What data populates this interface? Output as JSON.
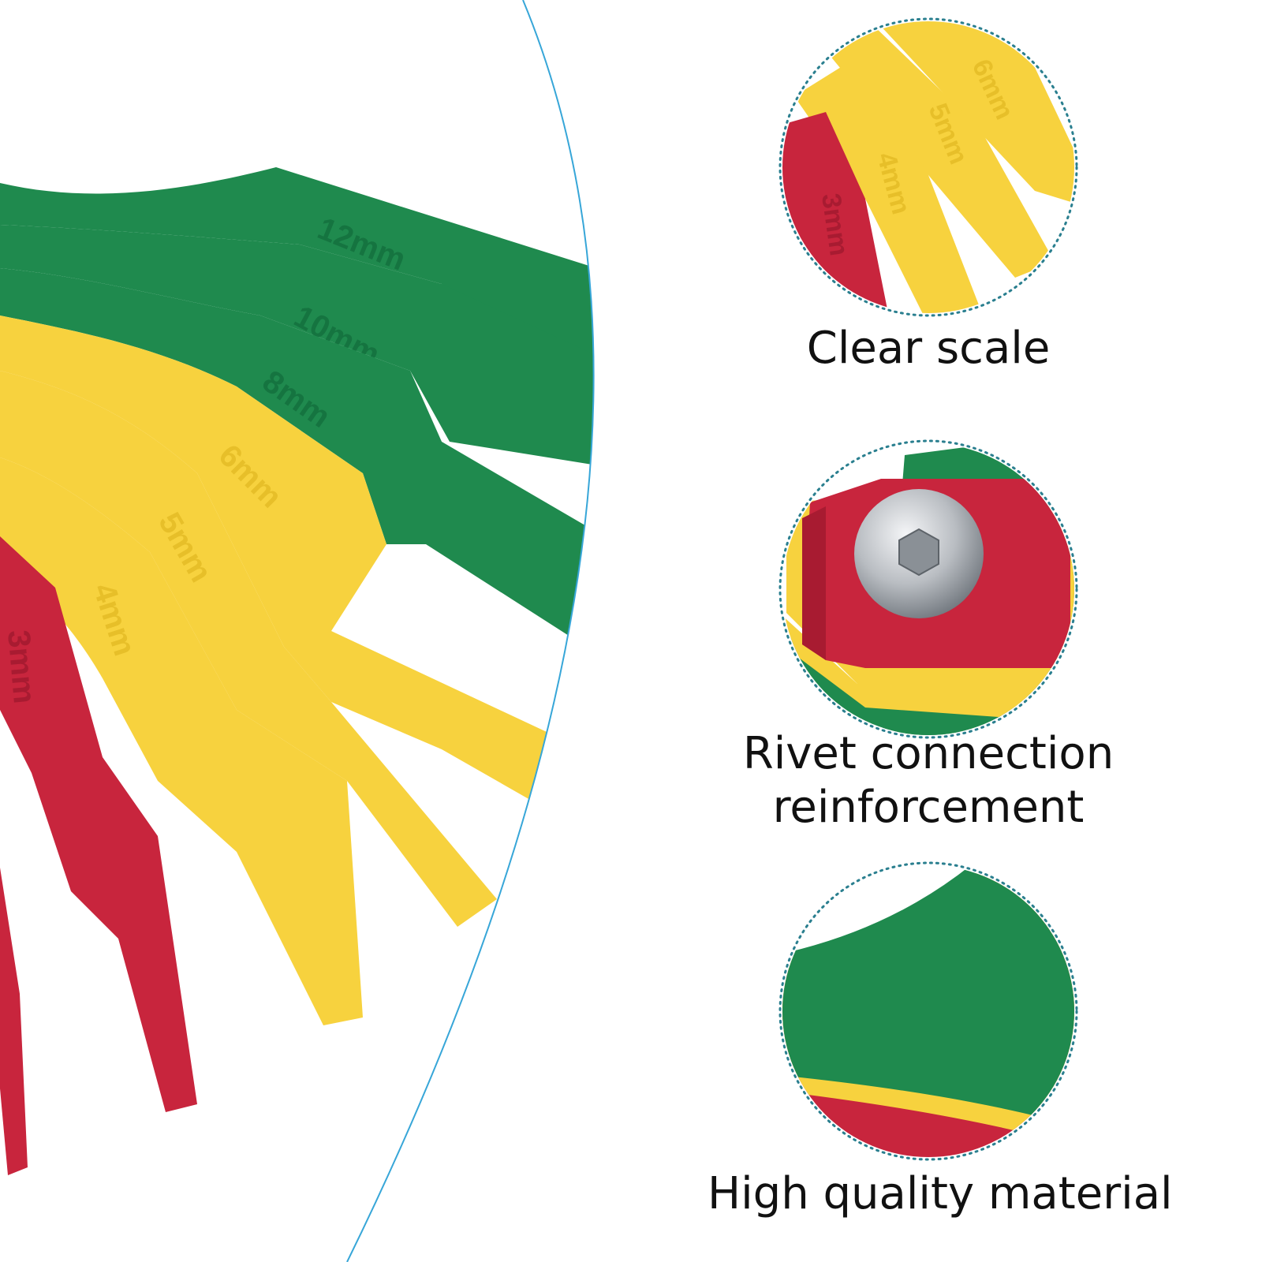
{
  "colors": {
    "green": "#1f8a4e",
    "green_dark": "#157440",
    "yellow": "#f7d23e",
    "yellow_dark": "#e7bf29",
    "red": "#c8253d",
    "red_dark": "#a81b31",
    "circle_border": "#2a7f8f",
    "arc_line": "#37a6d8",
    "metal": "#c9ccd0"
  },
  "blades": [
    {
      "label": "12mm"
    },
    {
      "label": "10mm"
    },
    {
      "label": "8mm"
    },
    {
      "label": "6mm"
    },
    {
      "label": "5mm"
    },
    {
      "label": "4mm"
    },
    {
      "label": "3mm"
    }
  ],
  "detail_scale_labels": [
    "6mm",
    "5mm",
    "4mm",
    "3mm"
  ],
  "features": [
    {
      "caption_line1": "Clear scale",
      "caption_line2": ""
    },
    {
      "caption_line1": "Rivet connection",
      "caption_line2": "reinforcement"
    },
    {
      "caption_line1": "High quality material",
      "caption_line2": ""
    }
  ]
}
